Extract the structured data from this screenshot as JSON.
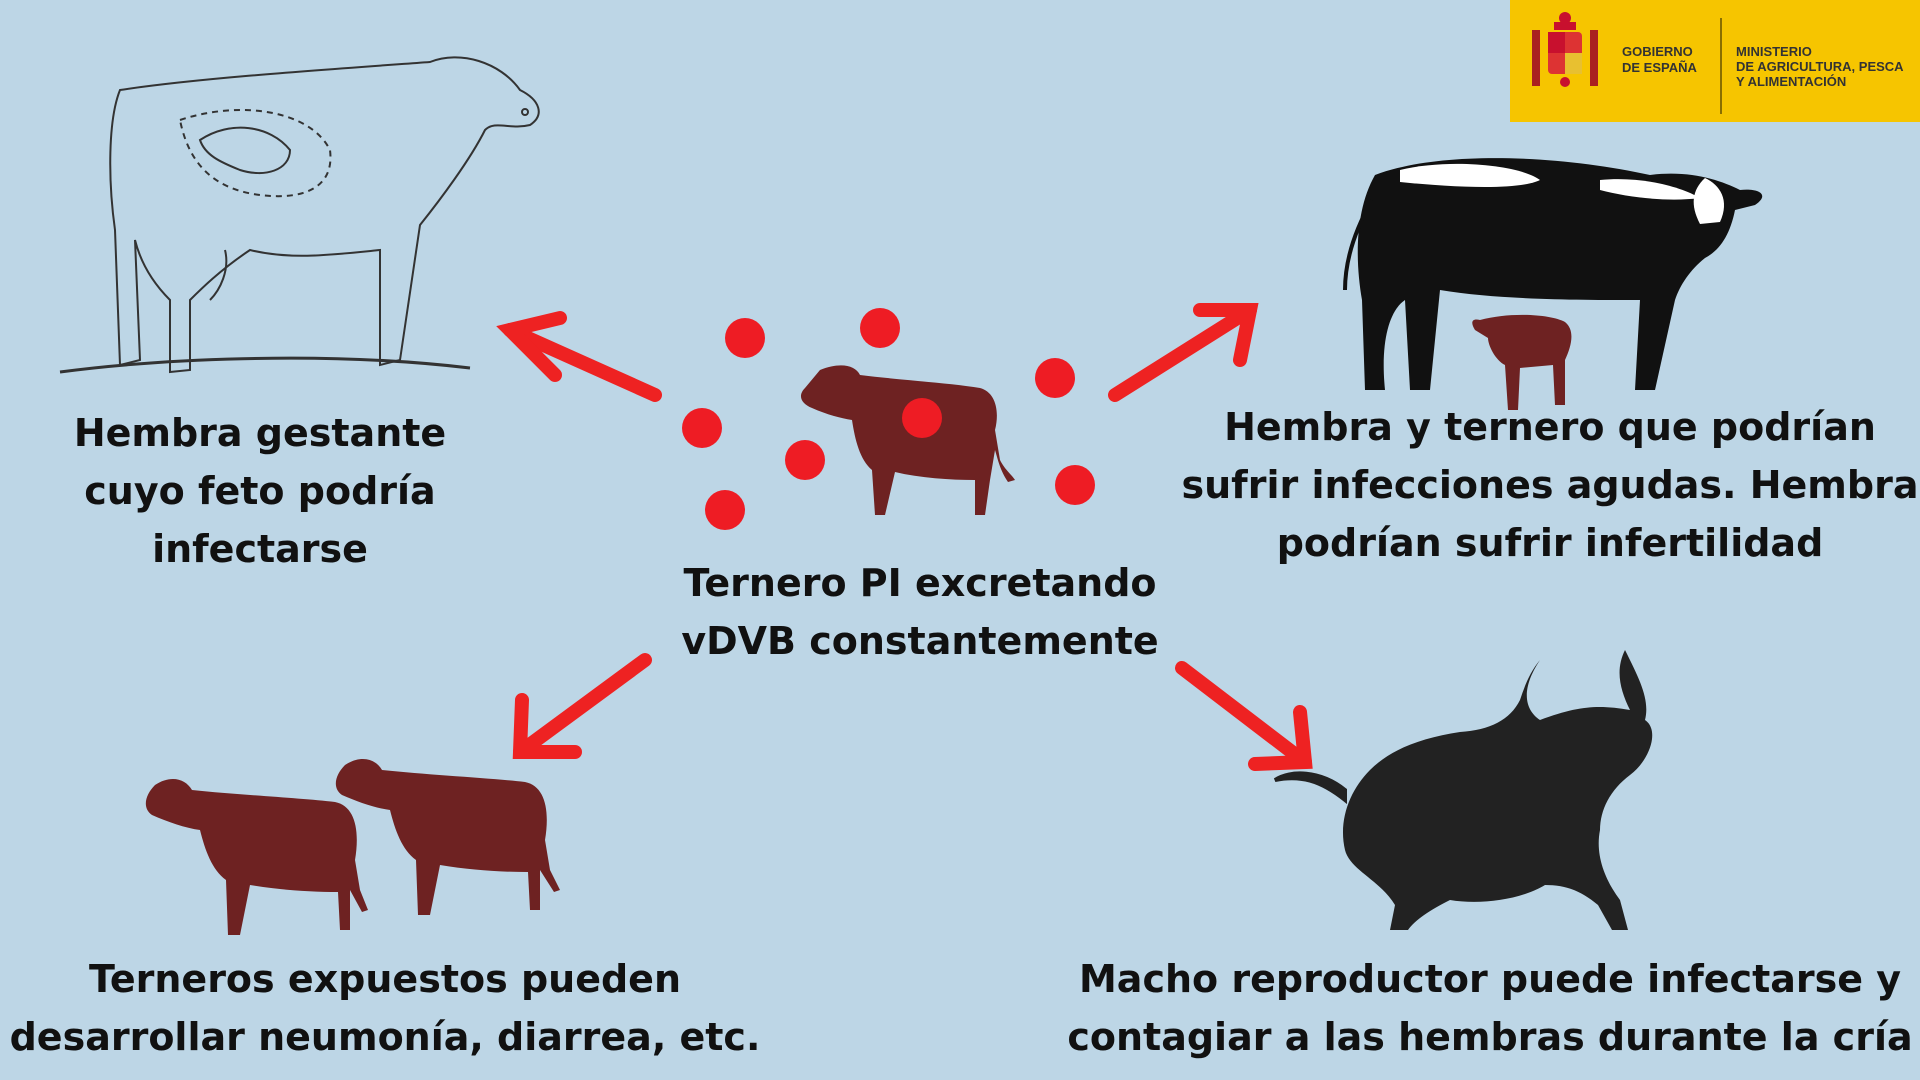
{
  "logo": {
    "government": "GOBIERNO\nDE ESPAÑA",
    "ministry": "MINISTERIO\nDE AGRICULTURA, PESCA\nY ALIMENTACIÓN"
  },
  "center": {
    "label": "Ternero PI excretando\nvDVB constantemente"
  },
  "top_left": {
    "label": "Hembra gestante\ncuyo feto podría\ninfectarse"
  },
  "top_right": {
    "label": "Hembra y ternero que podrían\nsufrir infecciones agudas. Hembra\npodrían sufrir infertilidad"
  },
  "bottom_left": {
    "label": "Terneros expuestos pueden\ndesarrollar neumonía, diarrea, etc."
  },
  "bottom_right": {
    "label": "Macho reproductor puede infectarse y\ncontagiar a las hembras durante la cría"
  },
  "colors": {
    "background": "#bdd6e6",
    "arrow": "#ee2222",
    "virus_dot": "#ee1c24",
    "calf": "#6e2222",
    "cow": "#111111",
    "bull": "#222222",
    "logo_bg": "#f6c500"
  },
  "icons": [
    "coat-of-arms-icon",
    "pregnant-cow-sketch-icon",
    "infected-calf-icon",
    "cow-with-calf-icon",
    "exposed-calves-icon",
    "bull-icon",
    "virus-dot-icon",
    "red-arrow-icon"
  ]
}
